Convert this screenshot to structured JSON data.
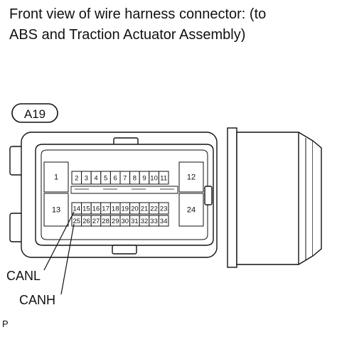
{
  "title": {
    "line1": "Front view of wire harness connector: (to",
    "line2": "ABS and Traction Actuator Assembly)"
  },
  "connector": {
    "id": "A19",
    "pins_row1": [
      "1",
      "2",
      "3",
      "4",
      "5",
      "6",
      "7",
      "8",
      "9",
      "10",
      "11",
      "12"
    ],
    "pins_row2": [
      "13",
      "14",
      "15",
      "16",
      "17",
      "18",
      "19",
      "20",
      "21",
      "22",
      "23",
      "24"
    ],
    "pins_row3": [
      "25",
      "26",
      "27",
      "28",
      "29",
      "30",
      "31",
      "32",
      "33",
      "34"
    ]
  },
  "labels": {
    "canl": "CANL",
    "canh": "CANH",
    "corner": "P"
  }
}
